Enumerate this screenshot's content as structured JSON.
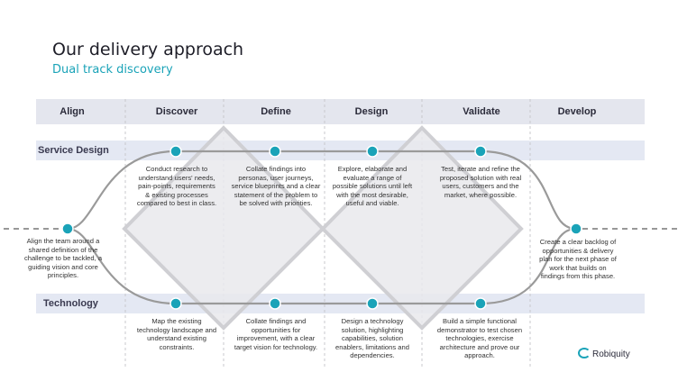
{
  "header": {
    "title": "Our delivery approach",
    "subtitle": "Dual track discovery"
  },
  "phases": [
    "Align",
    "Discover",
    "Define",
    "Design",
    "Validate",
    "Develop"
  ],
  "tracks": {
    "service_design": "Service Design",
    "technology": "Technology"
  },
  "align_text": "Align the team around a shared definition of the challenge to be tackled, a guiding vision and core principles.",
  "develop_text": "Create a clear backlog of opportunities & delivery plan for the next phase of work that builds on findings from this phase.",
  "service_design_steps": [
    "Conduct research to understand users' needs, pain-points, requirements & existing processes compared to best in class.",
    "Collate findings into personas, user journeys, service blueprints and a clear statement of the problem to be solved with priorities.",
    "Explore, elaborate and evaluate a range of possible solutions until left with the most desirable, useful and viable.",
    "Test, iterate and refine the proposed solution with real users, customers and the market, where possible."
  ],
  "technology_steps": [
    "Map the existing technology landscape and understand existing constraints.",
    "Collate findings and opportunities for improvement, with a clear target vision for technology.",
    "Design a technology solution, highlighting capabilities, solution enablers, limitations and dependencies.",
    "Build a simple functional demonstrator to test chosen technologies, exercise architecture and prove our approach."
  ],
  "logo": "Robiquity",
  "colors": {
    "accent": "#1aa3b8",
    "node": "#1aa3b8",
    "line": "#9a9a9a",
    "diamond_fill": "#e9e9ec",
    "diamond_stroke": "#cfcfd3"
  }
}
